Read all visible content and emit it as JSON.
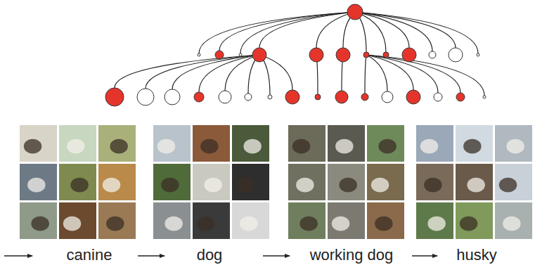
{
  "diagram": {
    "labels": [
      "canine",
      "dog",
      "working dog",
      "husky"
    ]
  }
}
